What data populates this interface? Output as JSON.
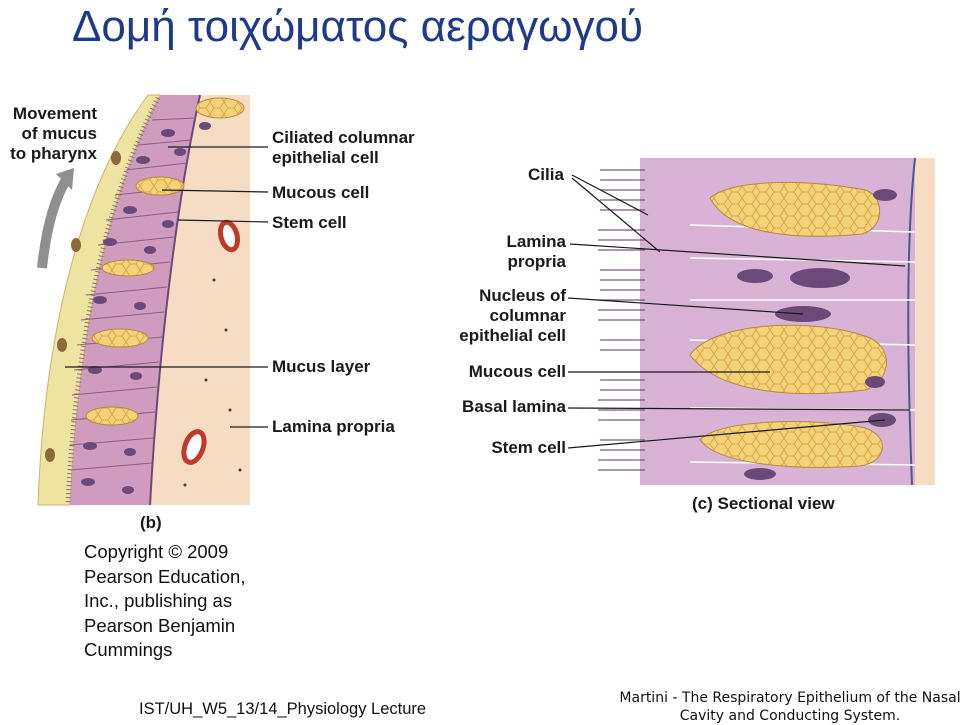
{
  "title": "Δομή τοιχώματος αεραγωγού",
  "panel_b": {
    "movement_label": "Movement\nof mucus\nto pharynx",
    "labels": {
      "ciliated": "Ciliated columnar\nepithelial cell",
      "mucous": "Mucous cell",
      "stem": "Stem cell",
      "mucus_layer": "Mucus layer",
      "lamina": "Lamina propria"
    },
    "caption": "(b)"
  },
  "panel_c": {
    "labels": {
      "cilia": "Cilia",
      "lamina": "Lamina\npropria",
      "nucleus": "Nucleus of\ncolumnar\nepithelial cell",
      "mucous": "Mucous cell",
      "basal": "Basal lamina",
      "stem": "Stem cell"
    },
    "caption": "(c) Sectional view"
  },
  "copyright": "Copyright © 2009 Pearson Education, Inc., publishing as Pearson Benjamin Cummings",
  "footer_left": "IST/UH_W5_13/14_Physiology Lecture",
  "footer_right": "Martini - The Respiratory Epithelium of the Nasal Cavity and Conducting System.",
  "colors": {
    "title": "#1f3a8a",
    "epithelium": "#cf9cbf",
    "mucous_cell": "#f3d27a",
    "lamina_propria": "#f6dcc3",
    "mucus_layer": "#efe3a2",
    "nucleus": "#6b4a7a",
    "vessel": "#c0392b"
  }
}
